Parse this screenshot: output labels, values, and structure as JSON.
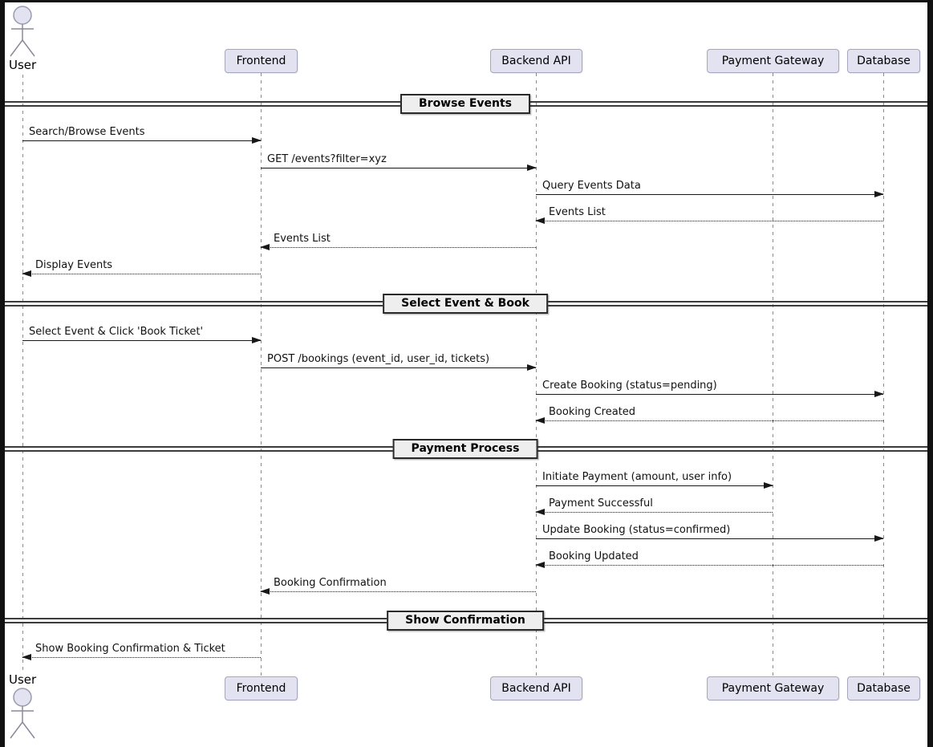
{
  "diagram": {
    "type": "sequence",
    "title": "",
    "actors": [
      {
        "name": "User",
        "icon": "stick-figure-actor-icon"
      }
    ],
    "participants": [
      {
        "label": "Frontend"
      },
      {
        "label": "Backend API"
      },
      {
        "label": "Payment Gateway"
      },
      {
        "label": "Database"
      }
    ],
    "dividers": [
      {
        "label": "Browse Events"
      },
      {
        "label": "Select Event & Book"
      },
      {
        "label": "Payment Process"
      },
      {
        "label": "Show Confirmation"
      }
    ],
    "messages": [
      {
        "from": "User",
        "to": "Frontend",
        "label": "Search/Browse Events",
        "line": "solid"
      },
      {
        "from": "Frontend",
        "to": "Backend API",
        "label": "GET /events?filter=xyz",
        "line": "solid"
      },
      {
        "from": "Backend API",
        "to": "Database",
        "label": "Query Events Data",
        "line": "solid"
      },
      {
        "from": "Database",
        "to": "Backend API",
        "label": "Events List",
        "line": "dashed"
      },
      {
        "from": "Backend API",
        "to": "Frontend",
        "label": "Events List",
        "line": "dashed"
      },
      {
        "from": "Frontend",
        "to": "User",
        "label": "Display Events",
        "line": "dashed"
      },
      {
        "from": "User",
        "to": "Frontend",
        "label": "Select Event & Click 'Book Ticket'",
        "line": "solid"
      },
      {
        "from": "Frontend",
        "to": "Backend API",
        "label": "POST /bookings (event_id, user_id, tickets)",
        "line": "solid"
      },
      {
        "from": "Backend API",
        "to": "Database",
        "label": "Create Booking (status=pending)",
        "line": "solid"
      },
      {
        "from": "Database",
        "to": "Backend API",
        "label": "Booking Created",
        "line": "dashed"
      },
      {
        "from": "Backend API",
        "to": "Payment Gateway",
        "label": "Initiate Payment (amount, user info)",
        "line": "solid"
      },
      {
        "from": "Payment Gateway",
        "to": "Backend API",
        "label": "Payment Successful",
        "line": "dashed"
      },
      {
        "from": "Backend API",
        "to": "Database",
        "label": "Update Booking (status=confirmed)",
        "line": "solid"
      },
      {
        "from": "Database",
        "to": "Backend API",
        "label": "Booking Updated",
        "line": "dashed"
      },
      {
        "from": "Backend API",
        "to": "Frontend",
        "label": "Booking Confirmation",
        "line": "dashed"
      },
      {
        "from": "Frontend",
        "to": "User",
        "label": "Show Booking Confirmation & Ticket",
        "line": "dashed"
      }
    ],
    "colors": {
      "participant_fill": "#E2E2F0",
      "participant_border": "#A6A6BC",
      "divider_fill": "#EEEEEE",
      "divider_border": "#2A2A2A",
      "message_line": "#181818",
      "lifeline": "#8A8A8A",
      "background": "#FFFFFF",
      "frame": "#111111"
    }
  }
}
